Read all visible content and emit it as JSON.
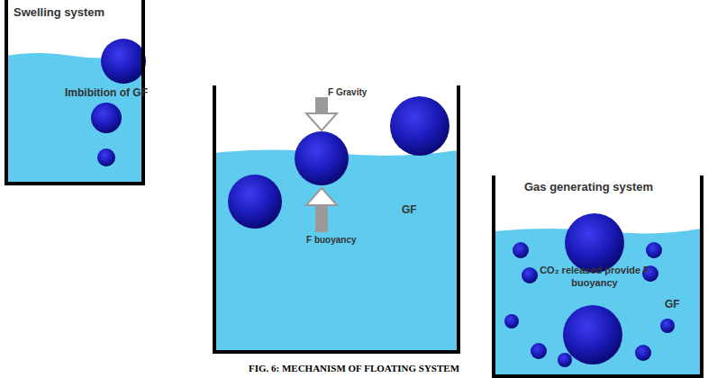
{
  "diagram": {
    "caption": "FIG. 6: MECHANISM OF FLOATING SYSTEM",
    "nodes": [
      {
        "text": [
          "Swelling system",
          "Imbibition of GF"
        ]
      },
      {
        "text": [
          "F Gravity",
          "F buoyancy",
          "GF"
        ]
      },
      {
        "text": [
          "Gas generating system",
          "CO₂ released provide F buoyancy",
          "GF"
        ]
      }
    ]
  }
}
